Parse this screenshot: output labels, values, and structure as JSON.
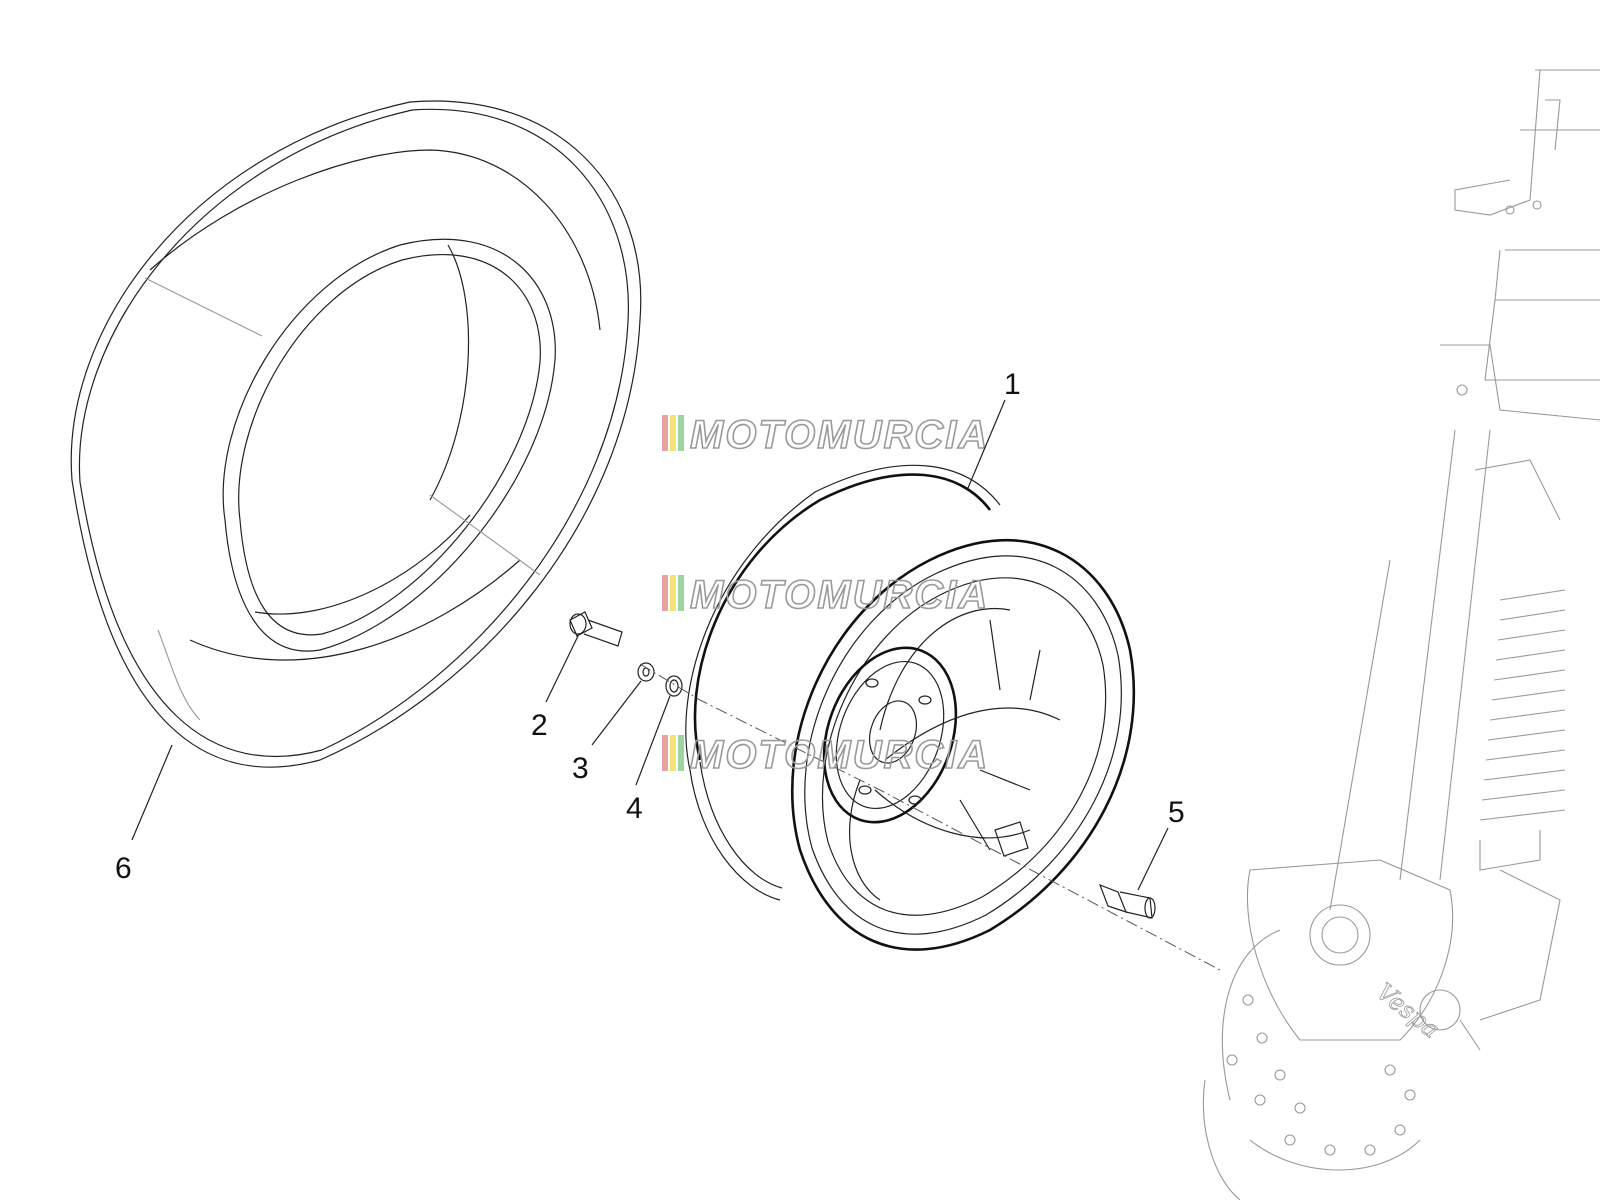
{
  "callouts": [
    {
      "id": "1",
      "label": "1"
    },
    {
      "id": "2",
      "label": "2"
    },
    {
      "id": "3",
      "label": "3"
    },
    {
      "id": "4",
      "label": "4"
    },
    {
      "id": "5",
      "label": "5"
    },
    {
      "id": "6",
      "label": "6"
    }
  ],
  "watermark": {
    "text": "MOTOMURCIA",
    "stripe_colors": [
      "#e8a3a3",
      "#f3e27a",
      "#9fd39f"
    ]
  },
  "calipers": {
    "brand_text": "Vespa"
  }
}
